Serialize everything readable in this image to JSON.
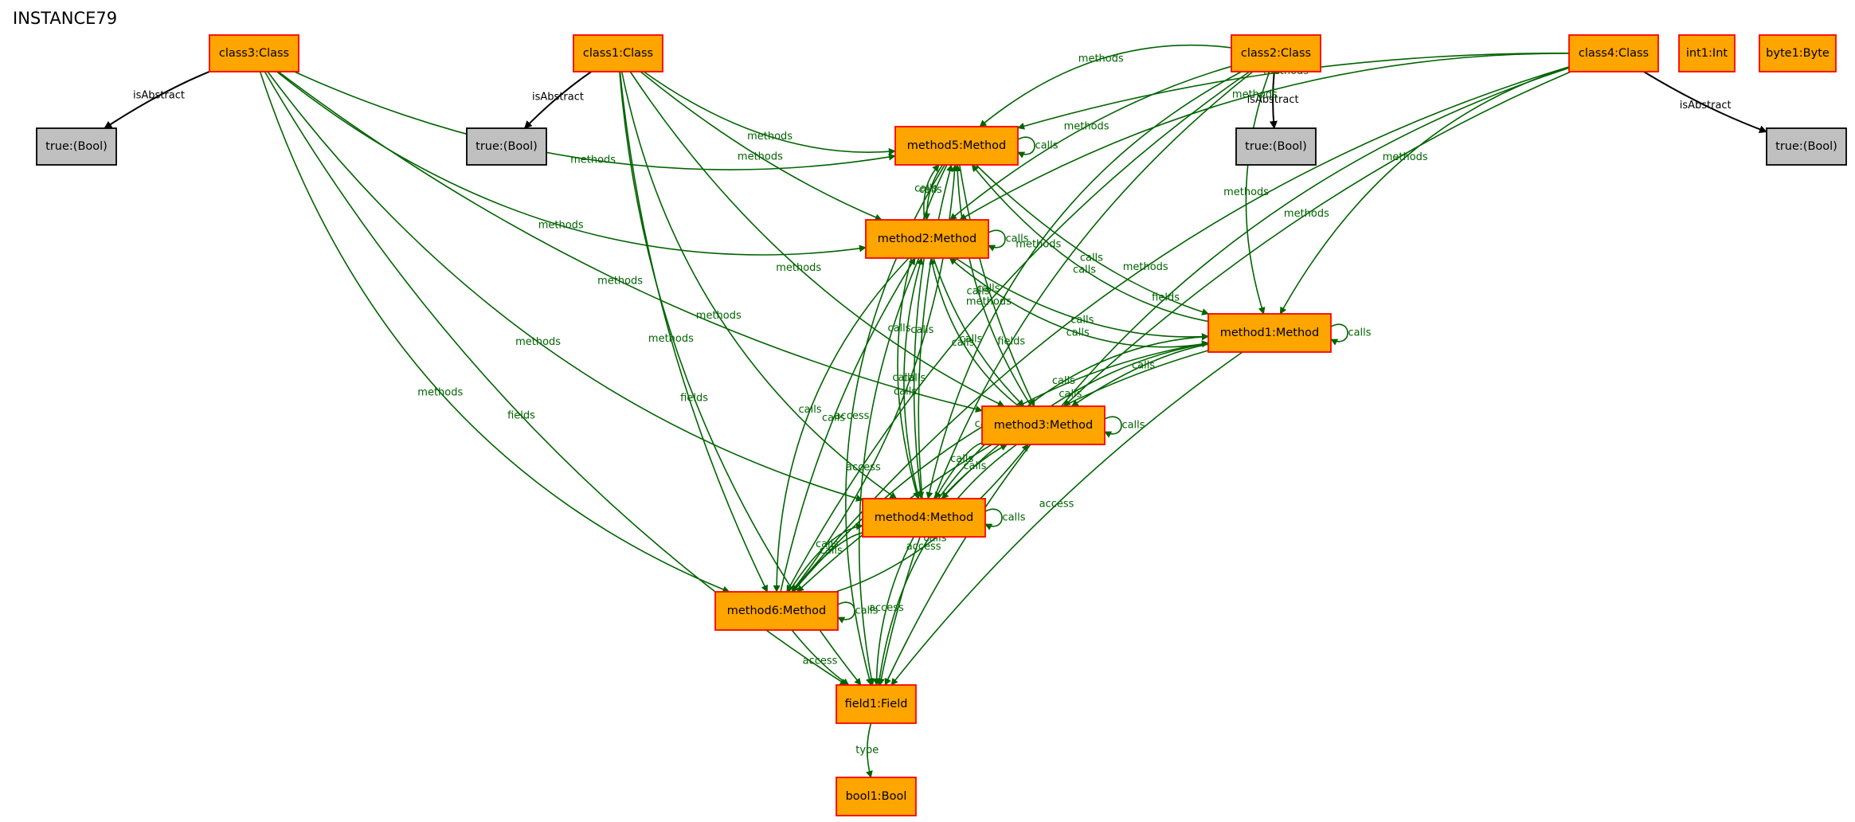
{
  "title": "INSTANCE79",
  "colors": {
    "node_fill": "#FFA500",
    "node_border": "#FF0000",
    "bool_fill": "#C0C0C0",
    "bool_border": "#000000",
    "edge_green": "#006400",
    "edge_black": "#000000"
  },
  "nodes": [
    {
      "id": "class3",
      "label": "class3:Class",
      "kind": "object"
    },
    {
      "id": "class1",
      "label": "class1:Class",
      "kind": "object"
    },
    {
      "id": "class2",
      "label": "class2:Class",
      "kind": "object"
    },
    {
      "id": "class4",
      "label": "class4:Class",
      "kind": "object"
    },
    {
      "id": "int1",
      "label": "int1:Int",
      "kind": "object"
    },
    {
      "id": "byte1",
      "label": "byte1:Byte",
      "kind": "object"
    },
    {
      "id": "true3",
      "label": "true:(Bool)",
      "kind": "bool"
    },
    {
      "id": "true1",
      "label": "true:(Bool)",
      "kind": "bool"
    },
    {
      "id": "true2",
      "label": "true:(Bool)",
      "kind": "bool"
    },
    {
      "id": "true4",
      "label": "true:(Bool)",
      "kind": "bool"
    },
    {
      "id": "method5",
      "label": "method5:Method",
      "kind": "object"
    },
    {
      "id": "method2",
      "label": "method2:Method",
      "kind": "object"
    },
    {
      "id": "method1",
      "label": "method1:Method",
      "kind": "object"
    },
    {
      "id": "method3",
      "label": "method3:Method",
      "kind": "object"
    },
    {
      "id": "method4",
      "label": "method4:Method",
      "kind": "object"
    },
    {
      "id": "method6",
      "label": "method6:Method",
      "kind": "object"
    },
    {
      "id": "field1",
      "label": "field1:Field",
      "kind": "object"
    },
    {
      "id": "bool1",
      "label": "bool1:Bool",
      "kind": "object"
    }
  ],
  "edges": [
    {
      "from": "class3",
      "to": "true3",
      "label": "isAbstract"
    },
    {
      "from": "class1",
      "to": "true1",
      "label": "isAbstract"
    },
    {
      "from": "class2",
      "to": "true2",
      "label": "isAbstract"
    },
    {
      "from": "class4",
      "to": "true4",
      "label": "isAbstract"
    },
    {
      "from": "class3",
      "to": "method5",
      "label": "methods"
    },
    {
      "from": "class3",
      "to": "method2",
      "label": "methods"
    },
    {
      "from": "class3",
      "to": "method3",
      "label": "methods"
    },
    {
      "from": "class3",
      "to": "method4",
      "label": "methods"
    },
    {
      "from": "class3",
      "to": "method6",
      "label": "methods"
    },
    {
      "from": "class3",
      "to": "field1",
      "label": "fields"
    },
    {
      "from": "class1",
      "to": "method5",
      "label": "methods"
    },
    {
      "from": "class1",
      "to": "method2",
      "label": "methods"
    },
    {
      "from": "class1",
      "to": "method3",
      "label": "methods"
    },
    {
      "from": "class1",
      "to": "method4",
      "label": "methods"
    },
    {
      "from": "class1",
      "to": "method6",
      "label": "methods"
    },
    {
      "from": "class1",
      "to": "field1",
      "label": "fields"
    },
    {
      "from": "class2",
      "to": "method5",
      "label": "methods"
    },
    {
      "from": "class2",
      "to": "method2",
      "label": "methods"
    },
    {
      "from": "class2",
      "to": "method1",
      "label": "methods"
    },
    {
      "from": "class2",
      "to": "method4",
      "label": "methods"
    },
    {
      "from": "class2",
      "to": "method6",
      "label": "methods"
    },
    {
      "from": "class2",
      "to": "field1",
      "label": "fields"
    },
    {
      "from": "class4",
      "to": "method5",
      "label": "methods"
    },
    {
      "from": "class4",
      "to": "method2",
      "label": "methods"
    },
    {
      "from": "class4",
      "to": "method1",
      "label": "methods"
    },
    {
      "from": "class4",
      "to": "method3",
      "label": "methods"
    },
    {
      "from": "class4",
      "to": "method6",
      "label": "methods"
    },
    {
      "from": "class4",
      "to": "field1",
      "label": "fields"
    },
    {
      "from": "method5",
      "to": "method5",
      "label": "calls"
    },
    {
      "from": "method5",
      "to": "method2",
      "label": "calls"
    },
    {
      "from": "method2",
      "to": "method5",
      "label": "calls"
    },
    {
      "from": "method5",
      "to": "method1",
      "label": "calls"
    },
    {
      "from": "method1",
      "to": "method5",
      "label": "calls"
    },
    {
      "from": "method5",
      "to": "method3",
      "label": "calls"
    },
    {
      "from": "method3",
      "to": "method5",
      "label": "calls"
    },
    {
      "from": "method5",
      "to": "method4",
      "label": "calls"
    },
    {
      "from": "method4",
      "to": "method5",
      "label": "calls"
    },
    {
      "from": "method6",
      "to": "method5",
      "label": "calls"
    },
    {
      "from": "method5",
      "to": "field1",
      "label": "access"
    },
    {
      "from": "method2",
      "to": "method2",
      "label": "calls"
    },
    {
      "from": "method2",
      "to": "method1",
      "label": "calls"
    },
    {
      "from": "method1",
      "to": "method2",
      "label": "calls"
    },
    {
      "from": "method2",
      "to": "method3",
      "label": "calls"
    },
    {
      "from": "method3",
      "to": "method2",
      "label": "calls"
    },
    {
      "from": "method2",
      "to": "method4",
      "label": "calls"
    },
    {
      "from": "method4",
      "to": "method2",
      "label": "calls"
    },
    {
      "from": "method2",
      "to": "method6",
      "label": "calls"
    },
    {
      "from": "method6",
      "to": "method2",
      "label": "calls"
    },
    {
      "from": "method2",
      "to": "field1",
      "label": "access"
    },
    {
      "from": "method1",
      "to": "method1",
      "label": "calls"
    },
    {
      "from": "method1",
      "to": "method3",
      "label": "calls"
    },
    {
      "from": "method1",
      "to": "method4",
      "label": "calls"
    },
    {
      "from": "method4",
      "to": "method1",
      "label": "calls"
    },
    {
      "from": "method1",
      "to": "method6",
      "label": "calls"
    },
    {
      "from": "method6",
      "to": "method1",
      "label": "calls"
    },
    {
      "from": "method1",
      "to": "field1",
      "label": "access"
    },
    {
      "from": "method3",
      "to": "method3",
      "label": "calls"
    },
    {
      "from": "method3",
      "to": "method4",
      "label": "calls"
    },
    {
      "from": "method4",
      "to": "method3",
      "label": "calls"
    },
    {
      "from": "method6",
      "to": "method3",
      "label": "calls"
    },
    {
      "from": "method3",
      "to": "field1",
      "label": "access"
    },
    {
      "from": "method4",
      "to": "method4",
      "label": "calls"
    },
    {
      "from": "method4",
      "to": "method6",
      "label": "calls"
    },
    {
      "from": "method6",
      "to": "method4",
      "label": "calls"
    },
    {
      "from": "method4",
      "to": "field1",
      "label": "access"
    },
    {
      "from": "method6",
      "to": "method6",
      "label": "calls"
    },
    {
      "from": "method6",
      "to": "field1",
      "label": "access"
    },
    {
      "from": "field1",
      "to": "bool1",
      "label": "type"
    }
  ]
}
